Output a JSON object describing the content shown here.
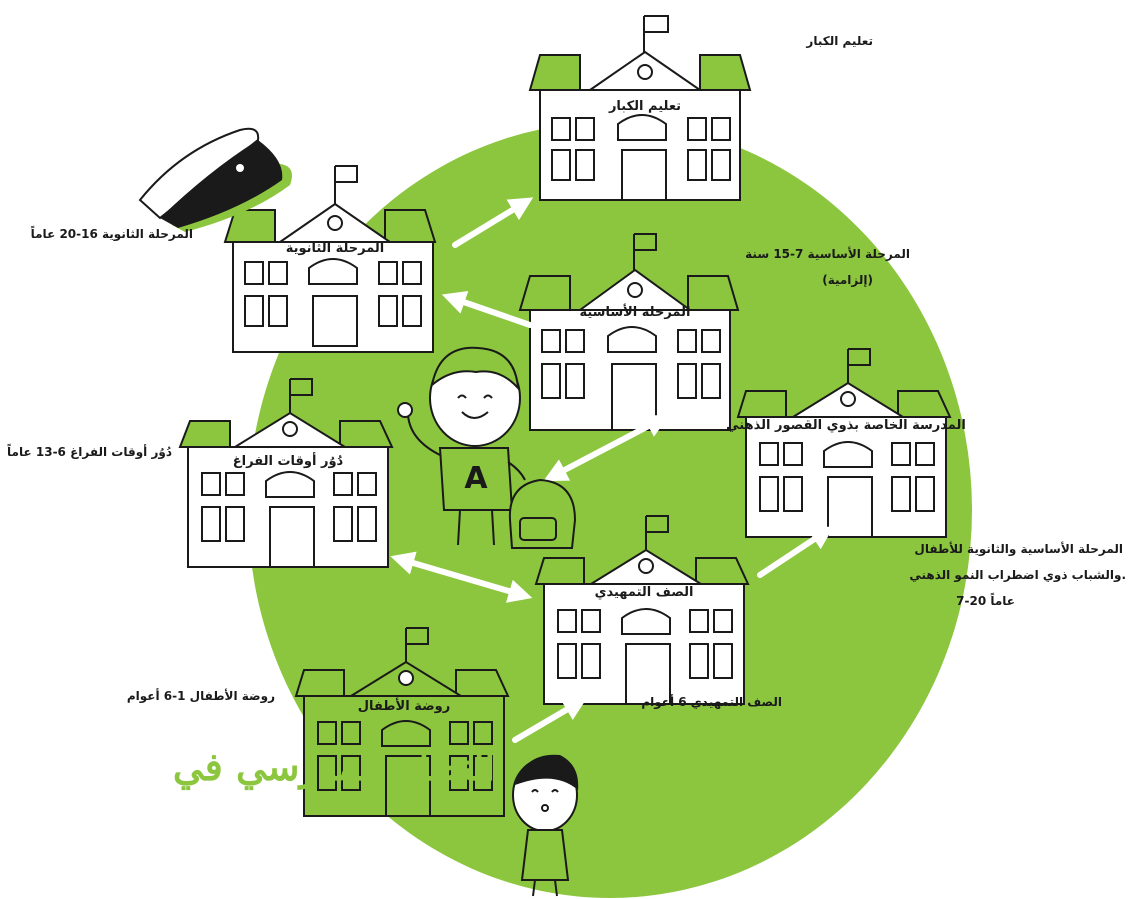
{
  "colors": {
    "green": "#8cc63f",
    "ink": "#1a1a1a",
    "title": "#8cc63f"
  },
  "title": "النظام المدرسي في",
  "buildings": [
    {
      "key": "adult",
      "sign": "تعليم الكبار",
      "caption": [
        "تعليم الكبار"
      ]
    },
    {
      "key": "secondary",
      "sign": "المرحلة الثانوية",
      "caption": [
        "المرحلة الثانوية 16-20 عاماً"
      ]
    },
    {
      "key": "basic",
      "sign": "المرحلة الأساسية",
      "caption": [
        "المرحلة الأساسية 7-15 سنة",
        "(إلزامية)"
      ]
    },
    {
      "key": "leisure",
      "sign": "دُوُر أوقات الفراغ",
      "caption": [
        "دُوُر أوقات الفراغ 6-13 عاماً"
      ]
    },
    {
      "key": "special",
      "sign": "المدرسة الخاصة بذوي القصور الذهني",
      "caption": [
        "المرحلة الأساسية والثانوية للأطفال",
        "والشباب ذوي اضطراب النمو الذهني.",
        "7-20 عاماً"
      ]
    },
    {
      "key": "preschool",
      "sign": "الصف التمهيدي",
      "caption": [
        "الصف التمهيدي 6 أعوام"
      ]
    },
    {
      "key": "kindergarten",
      "sign": "روضة الأطفال",
      "caption": [
        "روضة الأطفال 1-6 أعوام"
      ]
    }
  ],
  "icons": {
    "cap": "student-cap-icon",
    "boy": "boy-with-backpack-icon",
    "child": "small-child-icon",
    "flag": "flag-icon",
    "clock": "clock-icon"
  }
}
